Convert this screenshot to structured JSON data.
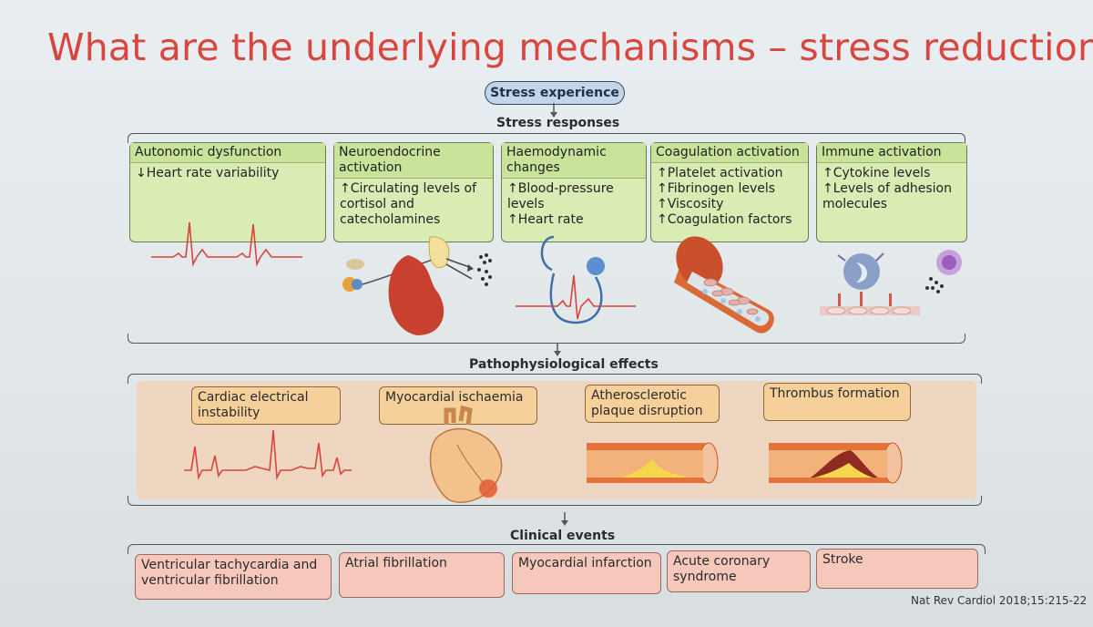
{
  "title": "What are the underlying mechanisms – stress reduction?",
  "stress_experience": "Stress experience",
  "stress_responses": "Stress responses",
  "responses": [
    {
      "header": "Autonomic dysfunction",
      "body": "↓Heart rate variability"
    },
    {
      "header": "Neuroendocrine activation",
      "body": "↑Circulating levels of cortisol and catecholamines"
    },
    {
      "header": "Haemodynamic changes",
      "body": "↑Blood-pressure levels\n↑Heart rate"
    },
    {
      "header": "Coagulation activation",
      "body": "↑Platelet activation\n↑Fibrinogen levels\n↑Viscosity\n↑Coagulation factors"
    },
    {
      "header": "Immune activation",
      "body": "↑Cytokine levels\n↑Levels of adhesion molecules"
    }
  ],
  "pathophysiological_effects": "Pathophysiological effects",
  "effects": [
    "Cardiac electrical instability",
    "Myocardial ischaemia",
    "Atherosclerotic plaque disruption",
    "Thrombus formation"
  ],
  "clinical_events_label": "Clinical events",
  "clinical_events": [
    "Ventricular tachycardia and ventricular fibrillation",
    "Atrial fibrillation",
    "Myocardial infarction",
    "Acute coronary syndrome",
    "Stroke"
  ],
  "citation": "Nat Rev Cardiol 2018;15:215-22",
  "colors": {
    "title": "#d9463e",
    "response_box": "#d9ecb4",
    "effect_box": "#f5d09a",
    "event_box": "#f6c8bc"
  }
}
